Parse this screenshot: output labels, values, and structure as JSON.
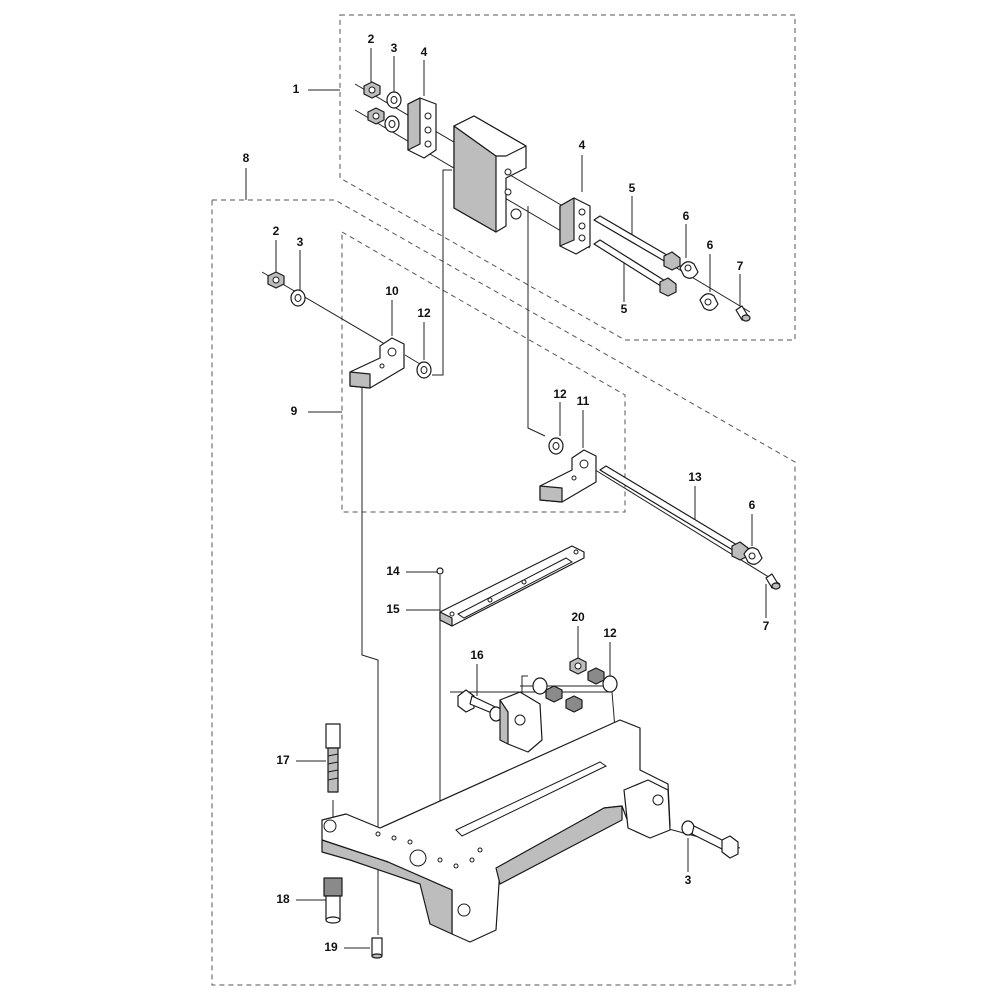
{
  "diagram": {
    "callouts": [
      {
        "id": "c1",
        "text": "1"
      },
      {
        "id": "c2a",
        "text": "2"
      },
      {
        "id": "c3a",
        "text": "3"
      },
      {
        "id": "c4a",
        "text": "4"
      },
      {
        "id": "c4b",
        "text": "4"
      },
      {
        "id": "c5a",
        "text": "5"
      },
      {
        "id": "c5b",
        "text": "5"
      },
      {
        "id": "c6a",
        "text": "6"
      },
      {
        "id": "c6b",
        "text": "6"
      },
      {
        "id": "c7a",
        "text": "7"
      },
      {
        "id": "c8",
        "text": "8"
      },
      {
        "id": "c2b",
        "text": "2"
      },
      {
        "id": "c3b",
        "text": "3"
      },
      {
        "id": "c10",
        "text": "10"
      },
      {
        "id": "c12a",
        "text": "12"
      },
      {
        "id": "c9",
        "text": "9"
      },
      {
        "id": "c12b",
        "text": "12"
      },
      {
        "id": "c11",
        "text": "11"
      },
      {
        "id": "c13",
        "text": "13"
      },
      {
        "id": "c6c",
        "text": "6"
      },
      {
        "id": "c7b",
        "text": "7"
      },
      {
        "id": "c14",
        "text": "14"
      },
      {
        "id": "c15",
        "text": "15"
      },
      {
        "id": "c20",
        "text": "20"
      },
      {
        "id": "c12c",
        "text": "12"
      },
      {
        "id": "c16",
        "text": "16"
      },
      {
        "id": "c17",
        "text": "17"
      },
      {
        "id": "c18",
        "text": "18"
      },
      {
        "id": "c19",
        "text": "19"
      },
      {
        "id": "c3c",
        "text": "3"
      }
    ]
  }
}
